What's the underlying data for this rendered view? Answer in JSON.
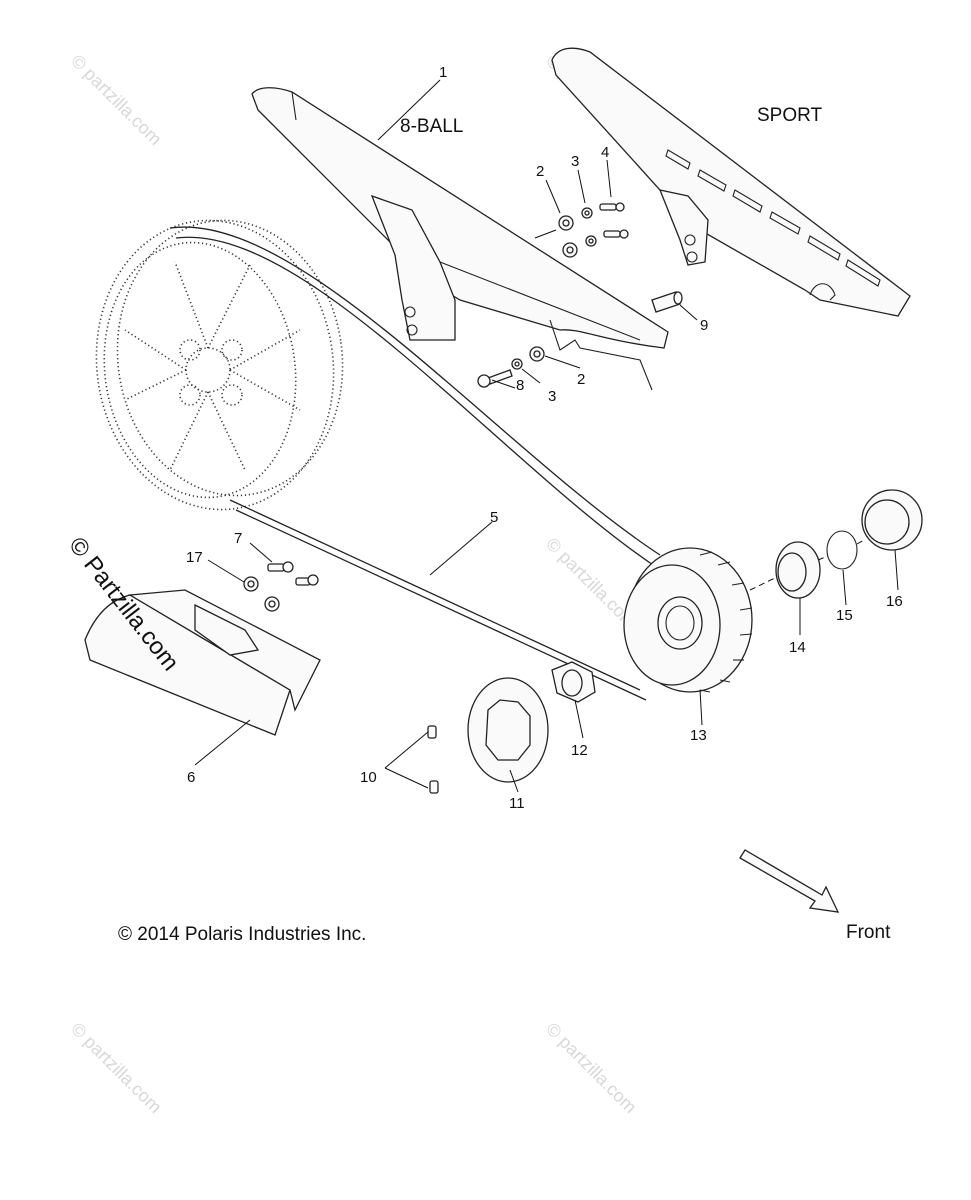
{
  "labels": {
    "p1": "1",
    "p2a": "2",
    "p2b": "2",
    "p3a": "3",
    "p3b": "3",
    "p4": "4",
    "p5": "5",
    "p6": "6",
    "p7": "7",
    "p8": "8",
    "p9": "9",
    "p10": "10",
    "p11": "11",
    "p12": "12",
    "p13": "13",
    "p14": "14",
    "p15": "15",
    "p16": "16",
    "p17": "17"
  },
  "variants": {
    "eight_ball": "8-BALL",
    "sport": "SPORT"
  },
  "copyright": "© 2014 Polaris Industries Inc.",
  "direction": "Front",
  "watermark": "© Partzilla.com",
  "watermark_small": "© partzilla.com"
}
